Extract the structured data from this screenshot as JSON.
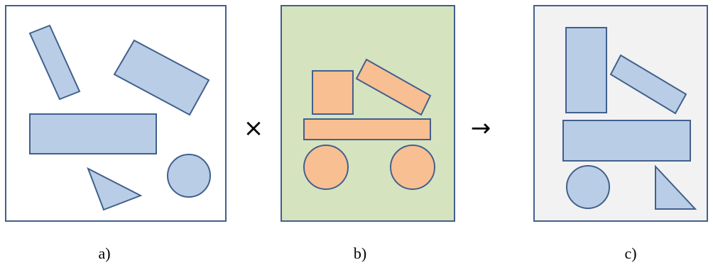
{
  "colors": {
    "stroke": "#41608d",
    "shape_blue": "#b9cde6",
    "shape_orange": "#f8bf92",
    "panel_a_bg": "#ffffff",
    "panel_b_bg": "#d6e3bf",
    "panel_c_bg": "#f2f2f2"
  },
  "panels": [
    {
      "id": "a",
      "caption": "a)"
    },
    {
      "id": "b",
      "caption": "b)"
    },
    {
      "id": "c",
      "caption": "c)"
    }
  ],
  "operators": {
    "times": "×",
    "arrow": "→"
  }
}
